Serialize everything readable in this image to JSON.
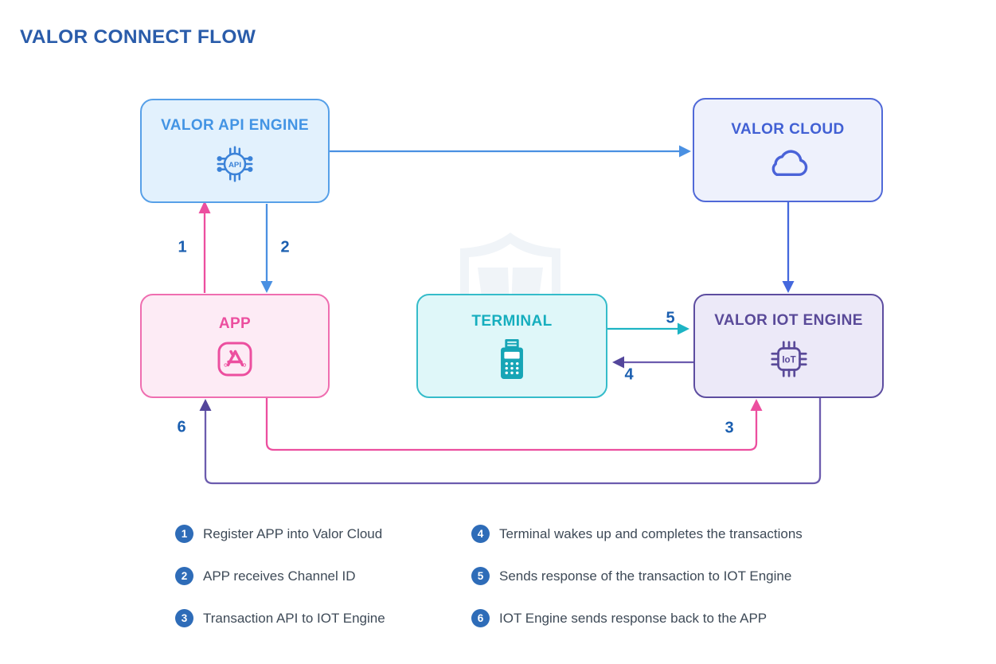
{
  "title": "VALOR CONNECT FLOW",
  "nodes": {
    "api_engine": {
      "label": "VALOR API ENGINE",
      "icon_text": "API"
    },
    "valor_cloud": {
      "label": "VALOR CLOUD"
    },
    "app": {
      "label": "APP"
    },
    "terminal": {
      "label": "TERMINAL"
    },
    "iot_engine": {
      "label": "VALOR IOT ENGINE",
      "icon_text": "IoT"
    }
  },
  "flow_step_numbers": {
    "s1": "1",
    "s2": "2",
    "s3": "3",
    "s4": "4",
    "s5": "5",
    "s6": "6"
  },
  "legend": [
    {
      "num": "1",
      "text": "Register APP into Valor Cloud"
    },
    {
      "num": "2",
      "text": "APP receives Channel ID"
    },
    {
      "num": "3",
      "text": "Transaction API to IOT Engine"
    },
    {
      "num": "4",
      "text": "Terminal wakes up and completes the transactions"
    },
    {
      "num": "5",
      "text": "Sends response of the transaction to IOT Engine"
    },
    {
      "num": "6",
      "text": "IOT Engine sends response back to the APP"
    }
  ],
  "colors": {
    "title_blue": "#2a5caa",
    "api_blue": "#4a90e2",
    "cloud_blue": "#4a63d8",
    "app_pink": "#ec4f9f",
    "terminal_teal": "#1db4c4",
    "iot_purple": "#5a4a99",
    "connector_purple": "#6c5cae",
    "step_number_blue": "#1b5fb0",
    "legend_circle_blue": "#2e6cb8",
    "legend_text_gray": "#3e4a57"
  }
}
